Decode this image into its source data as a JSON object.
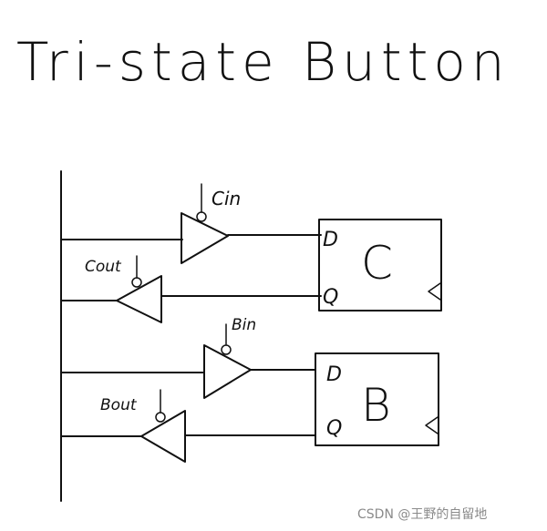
{
  "title": "Tri-state Button",
  "registers": [
    {
      "name": "C",
      "pin_d": "D",
      "pin_q": "Q"
    },
    {
      "name": "B",
      "pin_d": "D",
      "pin_q": "Q"
    }
  ],
  "buffers": [
    {
      "label": "Cin"
    },
    {
      "label": "Cout"
    },
    {
      "label": "Bin"
    },
    {
      "label": "Bout"
    }
  ],
  "watermark": "CSDN @王野的自留地",
  "colors": {
    "ink": "#111111",
    "watermark": "#8a8a8a"
  }
}
